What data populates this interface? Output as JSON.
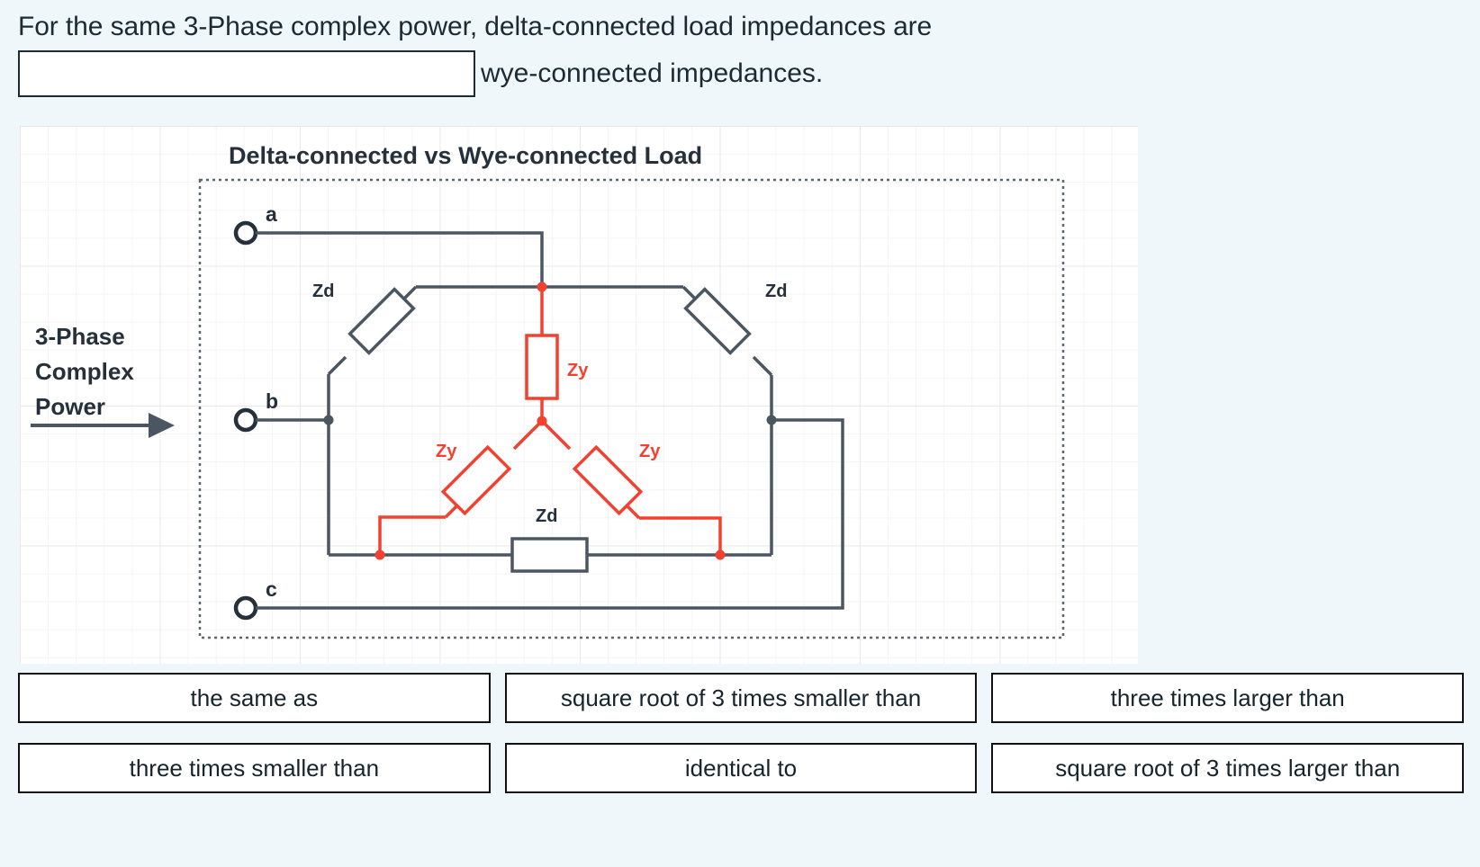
{
  "question": {
    "line1": "For the same 3-Phase complex power, delta-connected load impedances are",
    "blank_value": "",
    "blank_placeholder": "",
    "line2_tail": "wye-connected impedances."
  },
  "figure": {
    "title": "Delta-connected vs Wye-connected Load",
    "source_label_line1": "3-Phase",
    "source_label_line2": "Complex",
    "source_label_line3": "Power",
    "terminals": [
      {
        "name": "a",
        "label": "a"
      },
      {
        "name": "b",
        "label": "b"
      },
      {
        "name": "c",
        "label": "c"
      }
    ],
    "delta_labels": [
      {
        "id": "zd-top-left",
        "label": "Zd"
      },
      {
        "id": "zd-top-right",
        "label": "Zd"
      },
      {
        "id": "zd-bottom",
        "label": "Zd"
      }
    ],
    "wye_labels": [
      {
        "id": "zy-top",
        "label": "Zy"
      },
      {
        "id": "zy-left",
        "label": "Zy"
      },
      {
        "id": "zy-right",
        "label": "Zy"
      }
    ],
    "colors": {
      "delta_wire": "#4a5763",
      "wye_wire": "#f4402f",
      "title_text": "#25303a",
      "label_text": "#25303a",
      "wye_label_text": "#f4402f",
      "grid_minor": "#f4f4f4",
      "grid_major": "#e8e8e8",
      "panel_bg": "#ffffff",
      "dotted_border": "#5c6670"
    }
  },
  "options": {
    "row1": [
      {
        "id": "opt-same-as",
        "label": "the same as"
      },
      {
        "id": "opt-sqrt3-smaller",
        "label": "square root of 3 times smaller than"
      },
      {
        "id": "opt-three-larger",
        "label": "three times larger than"
      }
    ],
    "row2": [
      {
        "id": "opt-three-smaller",
        "label": "three times smaller than"
      },
      {
        "id": "opt-identical-to",
        "label": "identical to"
      },
      {
        "id": "opt-sqrt3-larger",
        "label": "square root of 3 times larger than"
      }
    ]
  },
  "theme": {
    "page_bg": "#eff7fa",
    "text": "#1b2a33",
    "button_border": "#111111",
    "button_bg": "#ffffff"
  }
}
